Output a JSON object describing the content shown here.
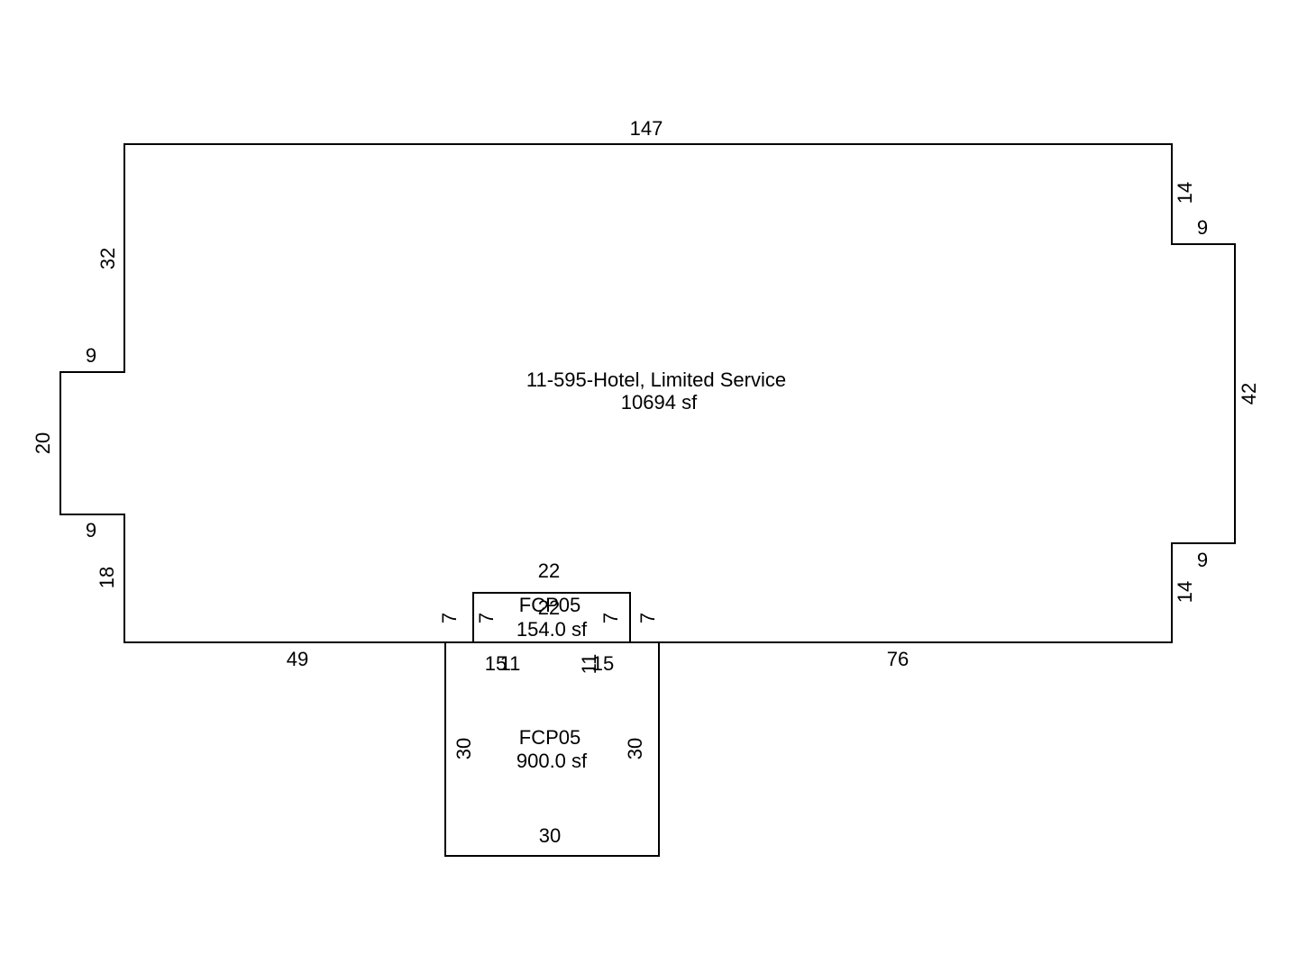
{
  "main_building": {
    "name": "11-595-Hotel, Limited Service",
    "area": "10694 sf",
    "dims": {
      "top": "147",
      "left_upper": "32",
      "left_notch_top": "9",
      "left_notch_side": "20",
      "left_notch_bottom": "9",
      "left_lower": "18",
      "bottom_left": "49",
      "bottom_right": "76",
      "right_upper": "14",
      "right_notch_top": "9",
      "right_side": "42",
      "right_notch_bottom": "9",
      "right_lower": "14"
    }
  },
  "canopy_small": {
    "name": "FCP05",
    "area": "154.0 sf",
    "dims": {
      "top": "22",
      "inner": "22",
      "left_outer": "7",
      "left_inner": "7",
      "right_inner": "7",
      "right_outer": "7"
    }
  },
  "canopy_large": {
    "name": "FCP05",
    "area": "900.0 sf",
    "dims": {
      "top_left_a": "15",
      "top_left_b": "11",
      "top_right_a": "11",
      "top_right_b": "15",
      "left": "30",
      "right": "30",
      "bottom": "30"
    }
  }
}
